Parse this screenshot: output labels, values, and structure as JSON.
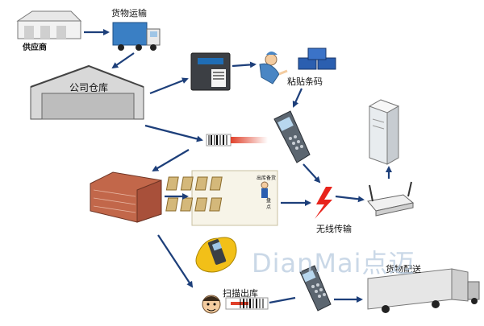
{
  "labels": {
    "supplier": "供应商",
    "transport": "货物运输",
    "company_warehouse": "公司仓库",
    "paste_barcode": "粘贴条码",
    "wireless_transmission": "无线传输",
    "goods_delivery": "货物配送",
    "scan_outbound": "扫描出库",
    "outbound_stock_prep": "出库备货",
    "inventory_count": "盘点"
  },
  "watermark": "DianMai点迈",
  "colors": {
    "arrow": "#1d3f7a",
    "lightning": "#e8241c",
    "laser": "#e0402a",
    "box": "#d4b87a",
    "building": "#c2674a",
    "truck_cargo": "#3a7fc4"
  }
}
